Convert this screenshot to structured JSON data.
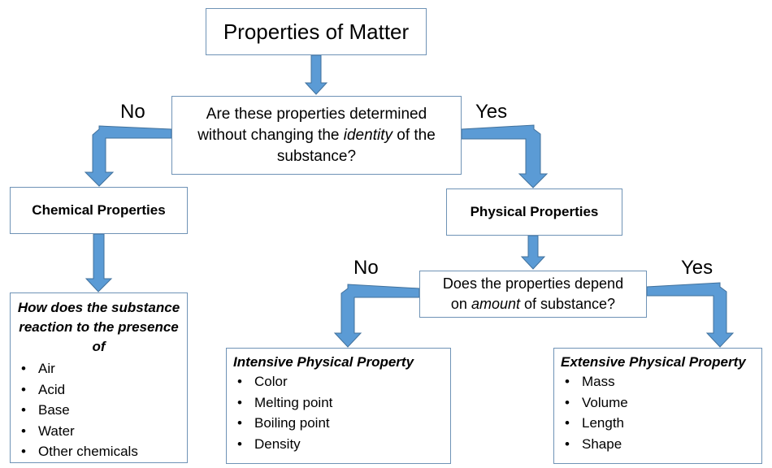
{
  "title": "Properties of Matter",
  "question1": {
    "line1": "Are these properties determined",
    "line2_before": "without changing the ",
    "line2_emph": "identity",
    "line2_after": " of the",
    "line3": "substance?"
  },
  "branch_labels": {
    "no_1": "No",
    "yes_1": "Yes",
    "no_2": "No",
    "yes_2": "Yes"
  },
  "chemical": {
    "title": "Chemical Properties",
    "list_heading": "How does the substance reaction to the presence of",
    "items": [
      "Air",
      "Acid",
      "Base",
      "Water",
      "Other chemicals"
    ]
  },
  "physical": {
    "title": "Physical Properties"
  },
  "question2": {
    "line1": "Does the properties depend",
    "line2_before": "on ",
    "line2_emph": "amount",
    "line2_after": " of substance?"
  },
  "intensive": {
    "title": "Intensive Physical Property",
    "items": [
      "Color",
      "Melting point",
      "Boiling point",
      "Density"
    ]
  },
  "extensive": {
    "title": "Extensive Physical Property",
    "items": [
      "Mass",
      "Volume",
      "Length",
      "Shape"
    ]
  },
  "colors": {
    "arrow": "#5b9bd5",
    "arrow_edge": "#41719c",
    "box_border": "#6f93b6"
  }
}
